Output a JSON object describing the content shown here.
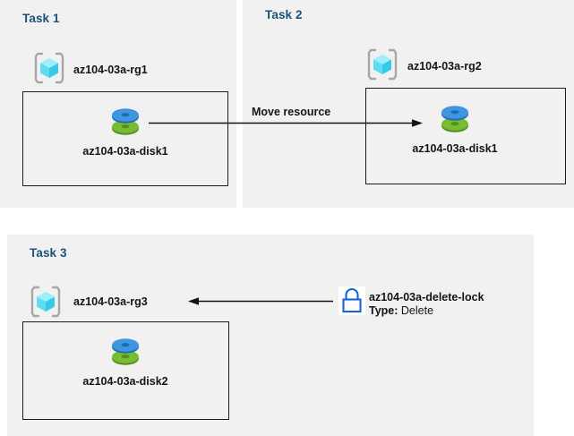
{
  "page": {
    "background": "#ffffff",
    "panel_background": "#f1f1f1",
    "title_color": "#1a5276",
    "text_color": "#141414"
  },
  "panels": [
    {
      "id": "task1",
      "title": "Task 1",
      "resource_group": {
        "icon": "resource-group-icon",
        "label": "az104-03a-rg1"
      },
      "resource": {
        "icon": "managed-disk-icon",
        "label": "az104-03a-disk1"
      }
    },
    {
      "id": "task2",
      "title": "Task 2",
      "resource_group": {
        "icon": "resource-group-icon",
        "label": "az104-03a-rg2"
      },
      "resource": {
        "icon": "managed-disk-icon",
        "label": "az104-03a-disk1"
      }
    },
    {
      "id": "task3",
      "title": "Task 3",
      "resource_group": {
        "icon": "resource-group-icon",
        "label": "az104-03a-rg3"
      },
      "resource": {
        "icon": "managed-disk-icon",
        "label": "az104-03a-disk2"
      },
      "lock": {
        "icon": "lock-icon",
        "name": "az104-03a-delete-lock",
        "type_key": "Type:",
        "type_value": "Delete"
      }
    }
  ],
  "connectors": [
    {
      "id": "move-resource-arrow",
      "label": "Move resource",
      "direction": "right",
      "from": "az104-03a-disk1",
      "to": "az104-03a-disk1"
    },
    {
      "id": "lock-applies-arrow",
      "label": "",
      "direction": "left",
      "from": "az104-03a-delete-lock",
      "to": "az104-03a-rg3"
    }
  ],
  "colors": {
    "disk_top": "#3f96e0",
    "disk_bottom": "#6cad2c",
    "cube_cyan": "#5fe3f5",
    "bracket_gray": "#a6a6a6",
    "lock_blue": "#1565d8",
    "line_black": "#141414"
  }
}
